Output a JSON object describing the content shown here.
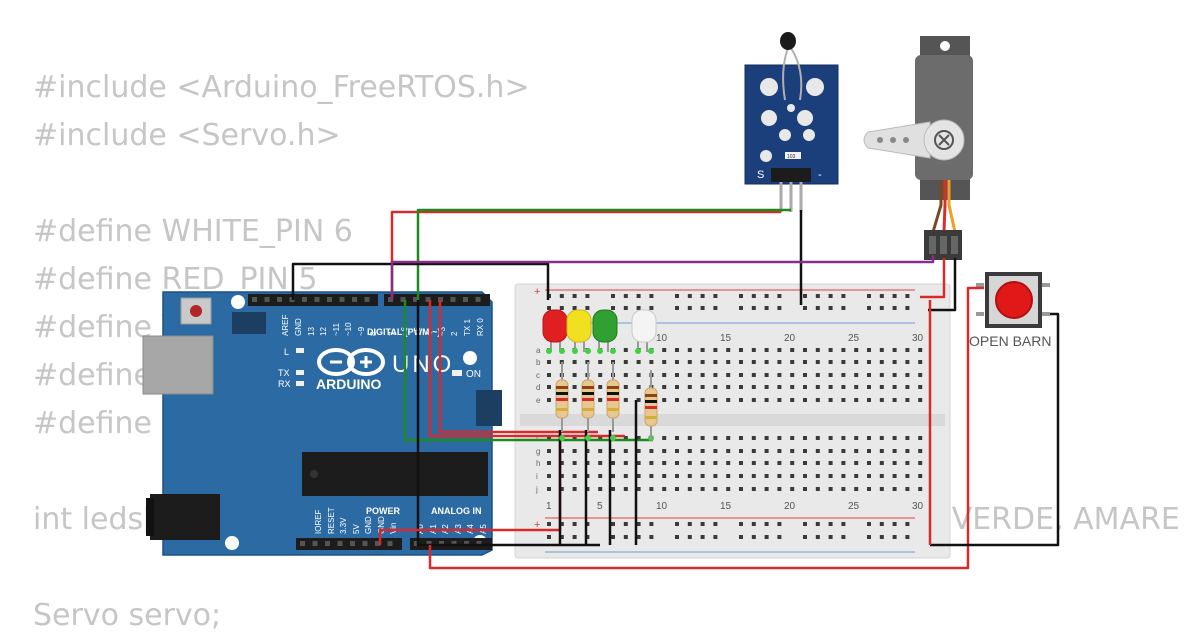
{
  "code_lines": [
    "#include <Arduino_FreeRTOS.h>",
    "#include <Servo.h>",
    "",
    "#define WHITE_PIN 6",
    "#define RED_PIN 5",
    "#define Y",
    "#define",
    "#define S",
    "",
    "int leds[",
    "",
    "Servo servo;"
  ],
  "code_line_right": "(VERDE, AMARE",
  "arduino": {
    "brand": "ARDUINO",
    "model": "UNO",
    "digital_label": "DIGITAL (PWM ~)",
    "power_label": "POWER",
    "analog_label": "ANALOG IN",
    "on_label": "ON",
    "l_label": "L",
    "tx_label": "TX",
    "rx_label": "RX",
    "top_pins": [
      "AREF",
      "GND",
      "13",
      "12",
      "~11",
      "~10",
      "~9",
      "8",
      "7",
      "~6",
      "~5",
      "4",
      "~3",
      "2",
      "TX 1",
      "RX 0"
    ],
    "bottom_pins": [
      "IOREF",
      "RESET",
      "3.3V",
      "5V",
      "GND",
      "GND",
      "Vin",
      "A0",
      "A1",
      "A2",
      "A3",
      "A4",
      "A5"
    ]
  },
  "breadboard": {
    "row_letters_top": [
      "a",
      "b",
      "c",
      "d",
      "e"
    ],
    "row_letters_bottom": [
      "f",
      "g",
      "h",
      "i",
      "j"
    ],
    "column_numbers": [
      "1",
      "5",
      "10",
      "15",
      "20",
      "25",
      "30"
    ],
    "plus_sign": "+"
  },
  "sensor": {
    "left_label": "S",
    "right_label": "-",
    "resistor_label": "103"
  },
  "button": {
    "label": "OPEN BARN"
  },
  "colors": {
    "board_blue": "#2b6aa3",
    "wire_red": "#d82a2a",
    "wire_green": "#1e8a1e",
    "wire_black": "#111111",
    "wire_purple": "#8a2d8a",
    "led_red": "#e02020",
    "led_yellow": "#f0e020",
    "led_green": "#30a030",
    "led_white": "#f4f4f4"
  }
}
